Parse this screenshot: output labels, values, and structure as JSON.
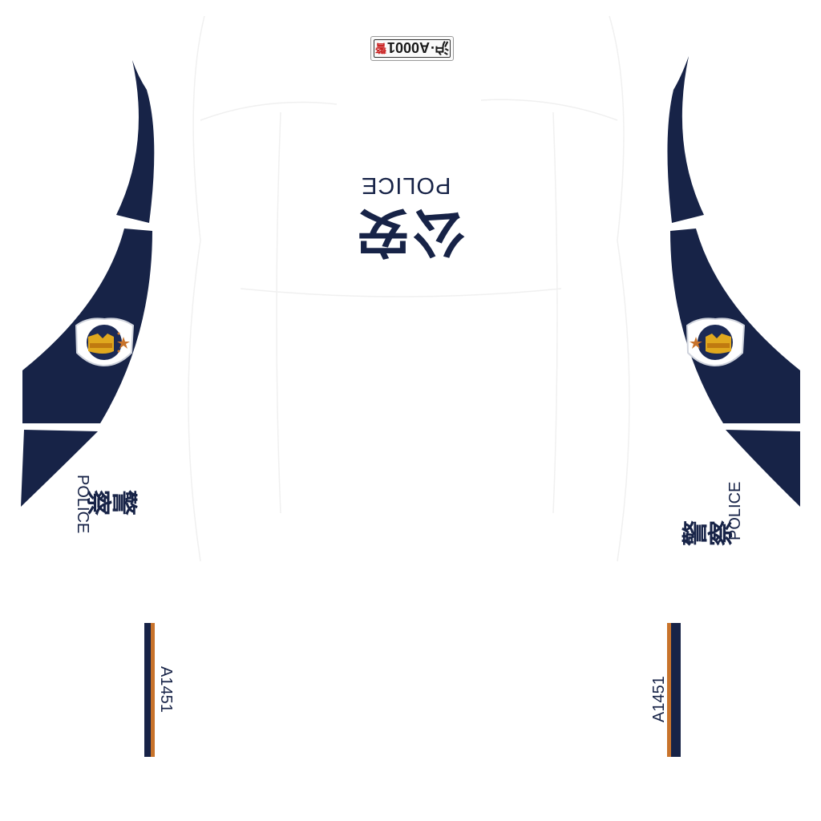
{
  "livery": {
    "roof_chinese": "公安",
    "roof_english": "POLICE",
    "side_chinese": "警察",
    "side_english": "POLICE",
    "unit_number": "A1451",
    "license_plate": {
      "main": "沪·A0001",
      "suffix": "警"
    }
  },
  "colors": {
    "navy": "#172347",
    "orange": "#c8732b",
    "background": "#ffffff",
    "plate_red": "#c81e1e"
  },
  "icons": {
    "emblem": "police-emblem-icon"
  }
}
